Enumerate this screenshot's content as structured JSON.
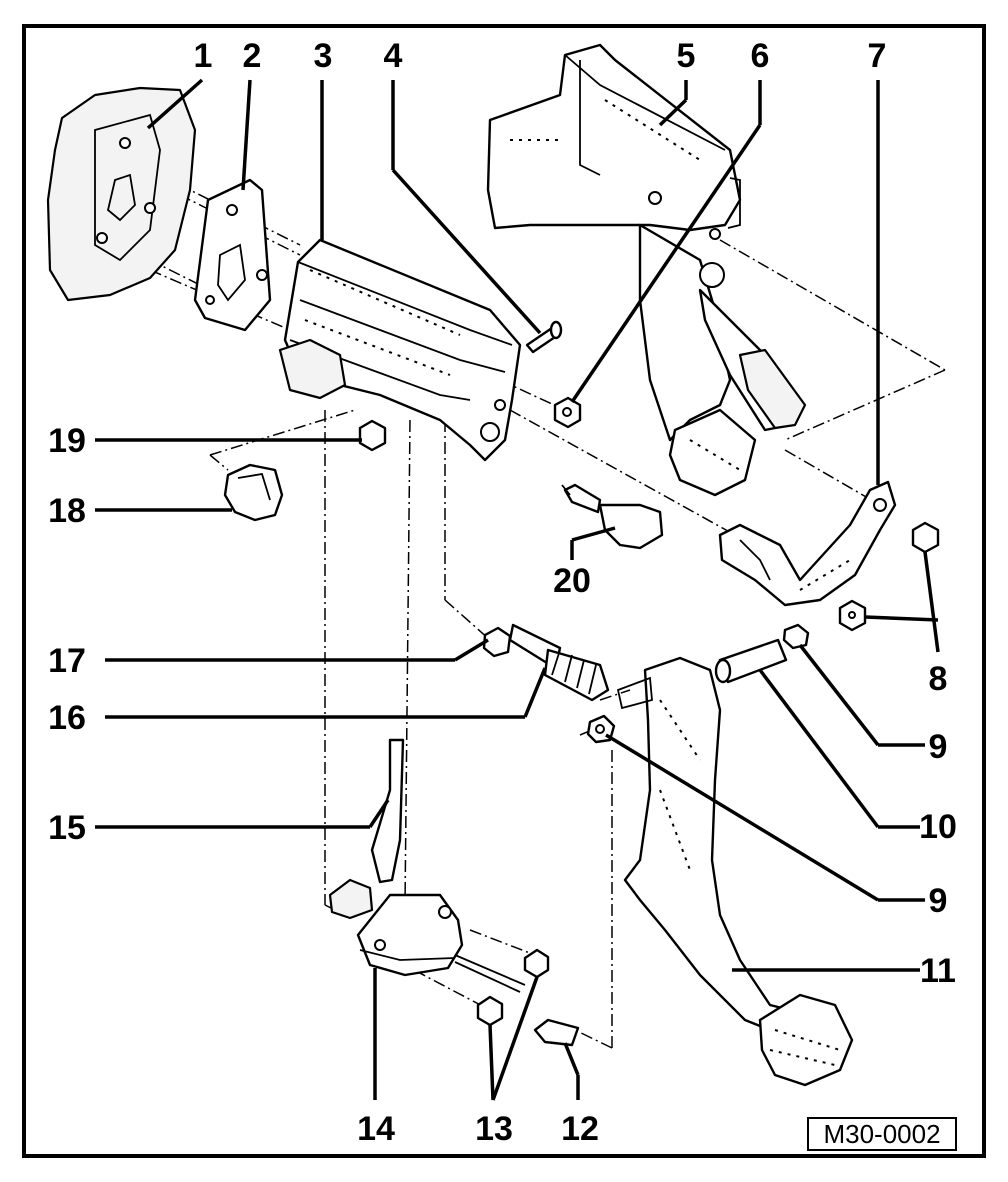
{
  "figure": {
    "reference_code": "M30-0002",
    "callouts": [
      "1",
      "2",
      "3",
      "4",
      "5",
      "6",
      "7",
      "8",
      "9",
      "10",
      "9",
      "11",
      "12",
      "13",
      "14",
      "15",
      "16",
      "17",
      "18",
      "19",
      "20"
    ]
  }
}
